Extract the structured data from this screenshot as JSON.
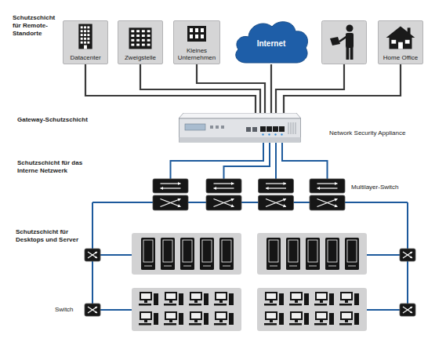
{
  "diagram": {
    "nodes": [
      {
        "text": [
          "Schutzschicht für Remote-Standorte"
        ]
      },
      {
        "text": [
          "Datacenter"
        ],
        "in": 0
      },
      {
        "text": [
          "Zweigstelle"
        ],
        "in": 0
      },
      {
        "text": [
          "Kleines Unternehmen"
        ],
        "in": 0
      },
      {
        "text": [
          "Internet"
        ],
        "in": 0
      },
      {
        "text": [
          "Home Office"
        ],
        "in": 0
      },
      {
        "text": [
          "Gateway-Schutzschicht"
        ]
      },
      {
        "text": [
          "Network Security Appliance"
        ],
        "in": 6
      },
      {
        "text": [
          "Schutzschicht für das Interne Netzwerk"
        ]
      },
      {
        "text": [
          "Schutzschicht für Desktops und Server"
        ]
      }
    ],
    "edges": [
      {
        "from": 1,
        "to": 7,
        "arrow": "none"
      },
      {
        "from": 2,
        "to": 7,
        "arrow": "none"
      },
      {
        "from": 3,
        "to": 7,
        "arrow": "none"
      },
      {
        "from": 4,
        "to": 7,
        "arrow": "none"
      },
      {
        "from": 5,
        "to": 7,
        "arrow": "none"
      }
    ],
    "labels": [
      "Multilayer-Switch",
      "Switch"
    ]
  }
}
